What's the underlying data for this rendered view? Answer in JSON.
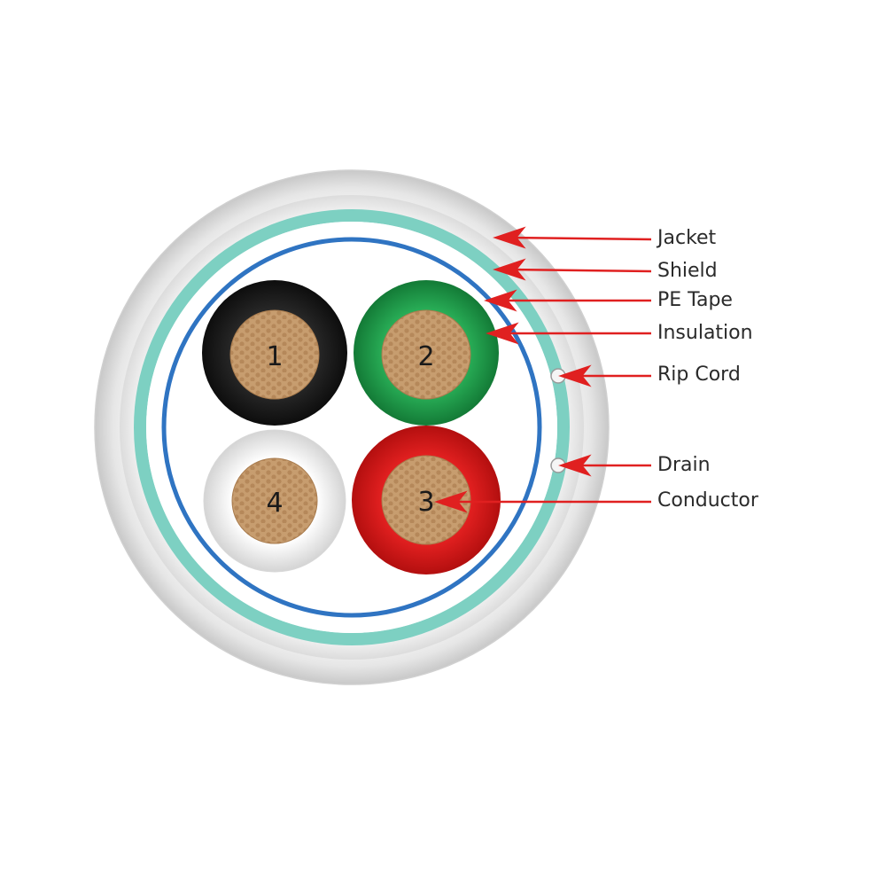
{
  "labels": {
    "jacket": "Jacket",
    "shield": "Shield",
    "pe_tape": "PE Tape",
    "insulation": "Insulation",
    "rip_cord": "Rip Cord",
    "drain": "Drain",
    "conductor": "Conductor"
  },
  "conductors": [
    {
      "number": "1",
      "insulation_color": "#1c1c1c"
    },
    {
      "number": "2",
      "insulation_color": "#1f9a4a"
    },
    {
      "number": "3",
      "insulation_color": "#d91a1a"
    },
    {
      "number": "4",
      "insulation_color": "#ececec"
    }
  ],
  "colors": {
    "jacket": "#f2f2f2",
    "shield": "#7dd0c2",
    "pe_tape": "#2f74c2",
    "conductor_copper": "#c49a6c",
    "callout_arrow": "#e02020"
  }
}
